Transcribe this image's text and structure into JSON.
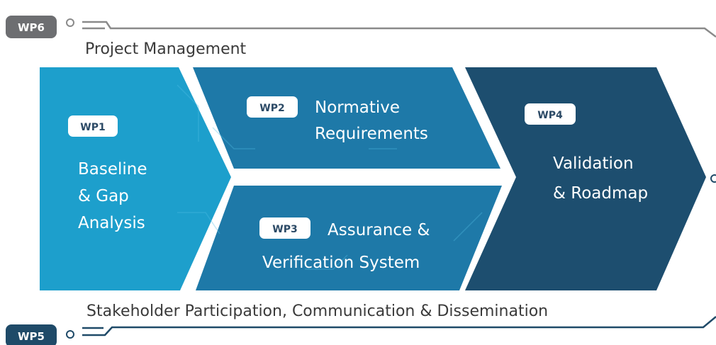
{
  "top_band": {
    "tag": "WP6",
    "label": "Project Management"
  },
  "bottom_band": {
    "tag": "WP5",
    "label": "Stakeholder Participation, Communication & Dissemination"
  },
  "packages": [
    {
      "tag": "WP1",
      "lines": [
        "Baseline",
        "& Gap",
        "Analysis"
      ],
      "color": "#1d9fcc"
    },
    {
      "tag": "WP2",
      "lines": [
        "Normative",
        "Requirements"
      ],
      "color": "#1e79a8"
    },
    {
      "tag": "WP3",
      "lines": [
        "Assurance &",
        "Verification System"
      ],
      "color": "#1e79a8"
    },
    {
      "tag": "WP4",
      "lines": [
        "Validation",
        "& Roadmap"
      ],
      "color": "#1d4e6f"
    }
  ],
  "colors": {
    "tag_gray": "#6d6e71",
    "line_gray": "#8a8a8a",
    "line_navy": "#1f4a68",
    "text_dark": "#3a3a3a",
    "chip_bg": "#ffffff"
  }
}
